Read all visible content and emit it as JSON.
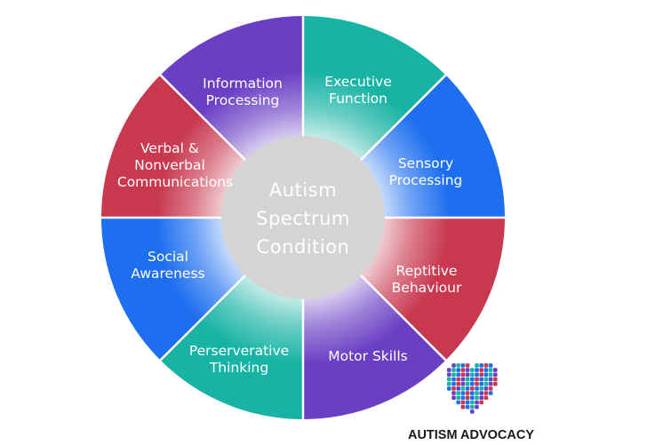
{
  "center": {
    "lines": [
      "Autism",
      "Spectrum",
      "Condition"
    ]
  },
  "segments": [
    {
      "lines": [
        "Information",
        "Processing"
      ],
      "color": "#6a3fc4"
    },
    {
      "lines": [
        "Executive",
        "Function"
      ],
      "color": "#17b3a4"
    },
    {
      "lines": [
        "Sensory",
        "Processing"
      ],
      "color": "#1e6ff0"
    },
    {
      "lines": [
        "Reptitive",
        "Behaviour"
      ],
      "color": "#c8384f"
    },
    {
      "lines": [
        "Motor Skills"
      ],
      "color": "#6a3fc4"
    },
    {
      "lines": [
        "Perserverative",
        "Thinking"
      ],
      "color": "#17b3a4"
    },
    {
      "lines": [
        "Social",
        "Awareness"
      ],
      "color": "#1e6ff0"
    },
    {
      "lines": [
        "Verbal &",
        "Nonverbal",
        "Communications"
      ],
      "color": "#c8384f"
    }
  ],
  "logo": {
    "icon": "heart-mosaic-icon",
    "text": "AUTISM ADVOCACY",
    "colors": [
      "#c8384f",
      "#1e6ff0",
      "#17b3a4",
      "#6a3fc4"
    ]
  }
}
